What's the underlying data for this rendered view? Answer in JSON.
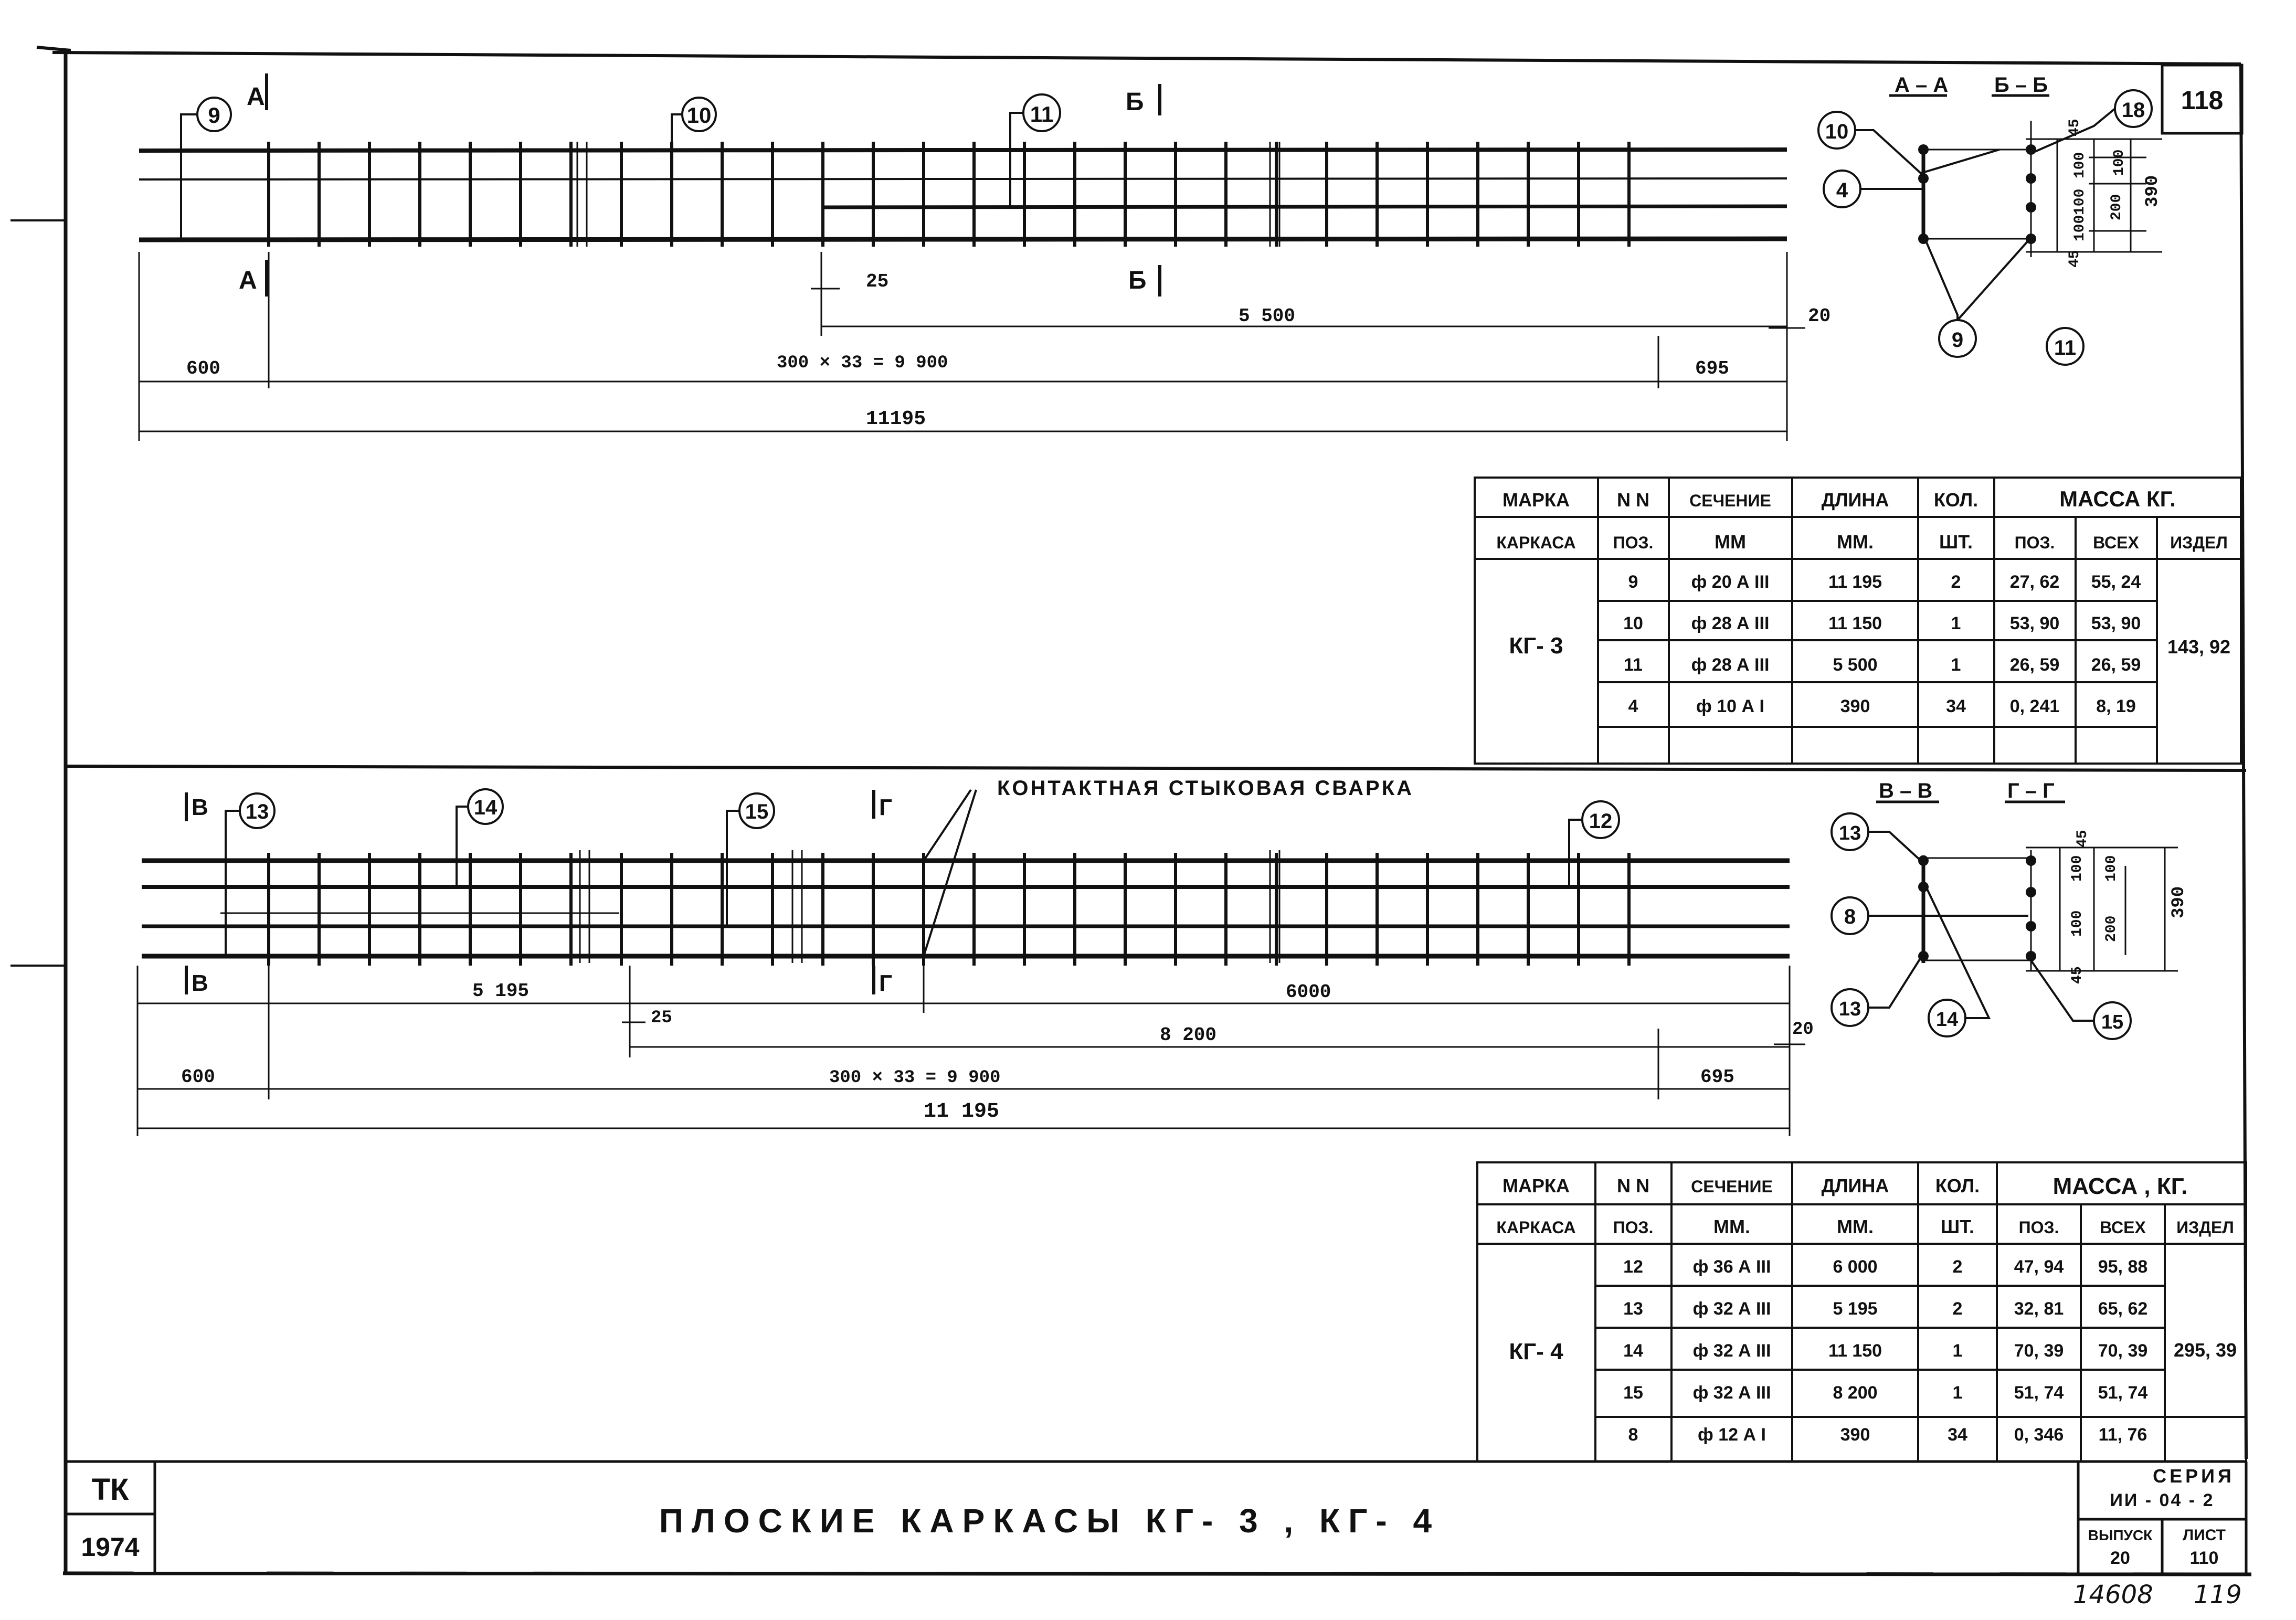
{
  "sheet_number": "118",
  "top": {
    "section_marks": [
      "А",
      "А",
      "Б",
      "Б"
    ],
    "position_bubbles": [
      "9",
      "10",
      "11"
    ],
    "dims": {
      "d25": "25",
      "d5500": "5 500",
      "d20": "20",
      "d600": "600",
      "d9900": "300 × 33 = 9 900",
      "d695": "695",
      "d11195": "11195"
    },
    "section": {
      "label_aa": "А – А",
      "label_bb": "Б – Б",
      "bubbles": [
        "10",
        "18",
        "4",
        "9",
        "11"
      ],
      "dims": [
        "45",
        "100",
        "100",
        "100",
        "100",
        "200",
        "45",
        "390"
      ]
    }
  },
  "bottom": {
    "section_marks": [
      "В",
      "Г",
      "В",
      "Г"
    ],
    "position_bubbles": [
      "13",
      "14",
      "15",
      "12"
    ],
    "weld_note": "КОНТАКТНАЯ  СТЫКОВАЯ  СВАРКА",
    "dims": {
      "d5195": "5 195",
      "d6000": "6000",
      "d25": "25",
      "d8200": "8 200",
      "d20": "20",
      "d600": "600",
      "d9900": "300 × 33 = 9 900",
      "d695": "695",
      "d11195": "11 195"
    },
    "section": {
      "label_vv": "В – В",
      "label_gg": "Г – Г",
      "bubbles": [
        "13",
        "8",
        "13",
        "14",
        "15"
      ],
      "dims": [
        "45",
        "100",
        "100",
        "100",
        "200",
        "45",
        "390"
      ]
    }
  },
  "table1": {
    "headers": {
      "marka1": "МАРКА",
      "marka2": "КАРКАСА",
      "nn1": "N N",
      "nn2": "ПОЗ.",
      "sech1": "СЕЧЕНИЕ",
      "sech2": "ММ",
      "dlina1": "ДЛИНА",
      "dlina2": "ММ.",
      "kol1": "КОЛ.",
      "kol2": "ШТ.",
      "massa": "МАССА   КГ.",
      "poz": "ПОЗ.",
      "vseh": "ВСЕХ",
      "izdel": "ИЗДЕЛ"
    },
    "mark": "КГ- 3",
    "total": "143, 92",
    "rows": [
      {
        "pos": "9",
        "section": "ф 20 А III",
        "length": "11 195",
        "qty": "2",
        "m_pos": "27, 62",
        "m_all": "55, 24"
      },
      {
        "pos": "10",
        "section": "ф 28 А III",
        "length": "11 150",
        "qty": "1",
        "m_pos": "53, 90",
        "m_all": "53, 90"
      },
      {
        "pos": "11",
        "section": "ф 28 А III",
        "length": "5 500",
        "qty": "1",
        "m_pos": "26, 59",
        "m_all": "26, 59"
      },
      {
        "pos": "4",
        "section": "ф 10 А I",
        "length": "390",
        "qty": "34",
        "m_pos": "0, 241",
        "m_all": "8, 19"
      }
    ]
  },
  "table2": {
    "headers": {
      "marka1": "МАРКА",
      "marka2": "КАРКАСА",
      "nn1": "N N",
      "nn2": "ПОЗ.",
      "sech1": "СЕЧЕНИЕ",
      "sech2": "ММ.",
      "dlina1": "ДЛИНА",
      "dlina2": "ММ.",
      "kol1": "КОЛ.",
      "kol2": "ШТ.",
      "massa": "МАССА , КГ.",
      "poz": "ПОЗ.",
      "vseh": "ВСЕХ",
      "izdel": "ИЗДЕЛ"
    },
    "mark": "КГ- 4",
    "total": "295, 39",
    "rows": [
      {
        "pos": "12",
        "section": "ф 36 А III",
        "length": "6 000",
        "qty": "2",
        "m_pos": "47, 94",
        "m_all": "95, 88"
      },
      {
        "pos": "13",
        "section": "ф 32 А III",
        "length": "5 195",
        "qty": "2",
        "m_pos": "32, 81",
        "m_all": "65, 62"
      },
      {
        "pos": "14",
        "section": "ф 32 А III",
        "length": "11 150",
        "qty": "1",
        "m_pos": "70, 39",
        "m_all": "70, 39"
      },
      {
        "pos": "15",
        "section": "ф 32 А III",
        "length": "8 200",
        "qty": "1",
        "m_pos": "51, 74",
        "m_all": "51, 74"
      },
      {
        "pos": "8",
        "section": "ф 12 А I",
        "length": "390",
        "qty": "34",
        "m_pos": "0, 346",
        "m_all": "11, 76"
      }
    ]
  },
  "title_block": {
    "tk": "ТК",
    "year": "1974",
    "title": "ПЛОСКИЕ  КАРКАСЫ  КГ- 3 , КГ- 4",
    "seria_label": "СЕРИЯ",
    "seria_value": "ИИ - 04 - 2",
    "vypusk_label": "ВЫПУСК",
    "vypusk_value": "20",
    "list_label": "ЛИСТ",
    "list_value": "110"
  },
  "handwritten": {
    "archive_no": "14608",
    "page": "119"
  }
}
